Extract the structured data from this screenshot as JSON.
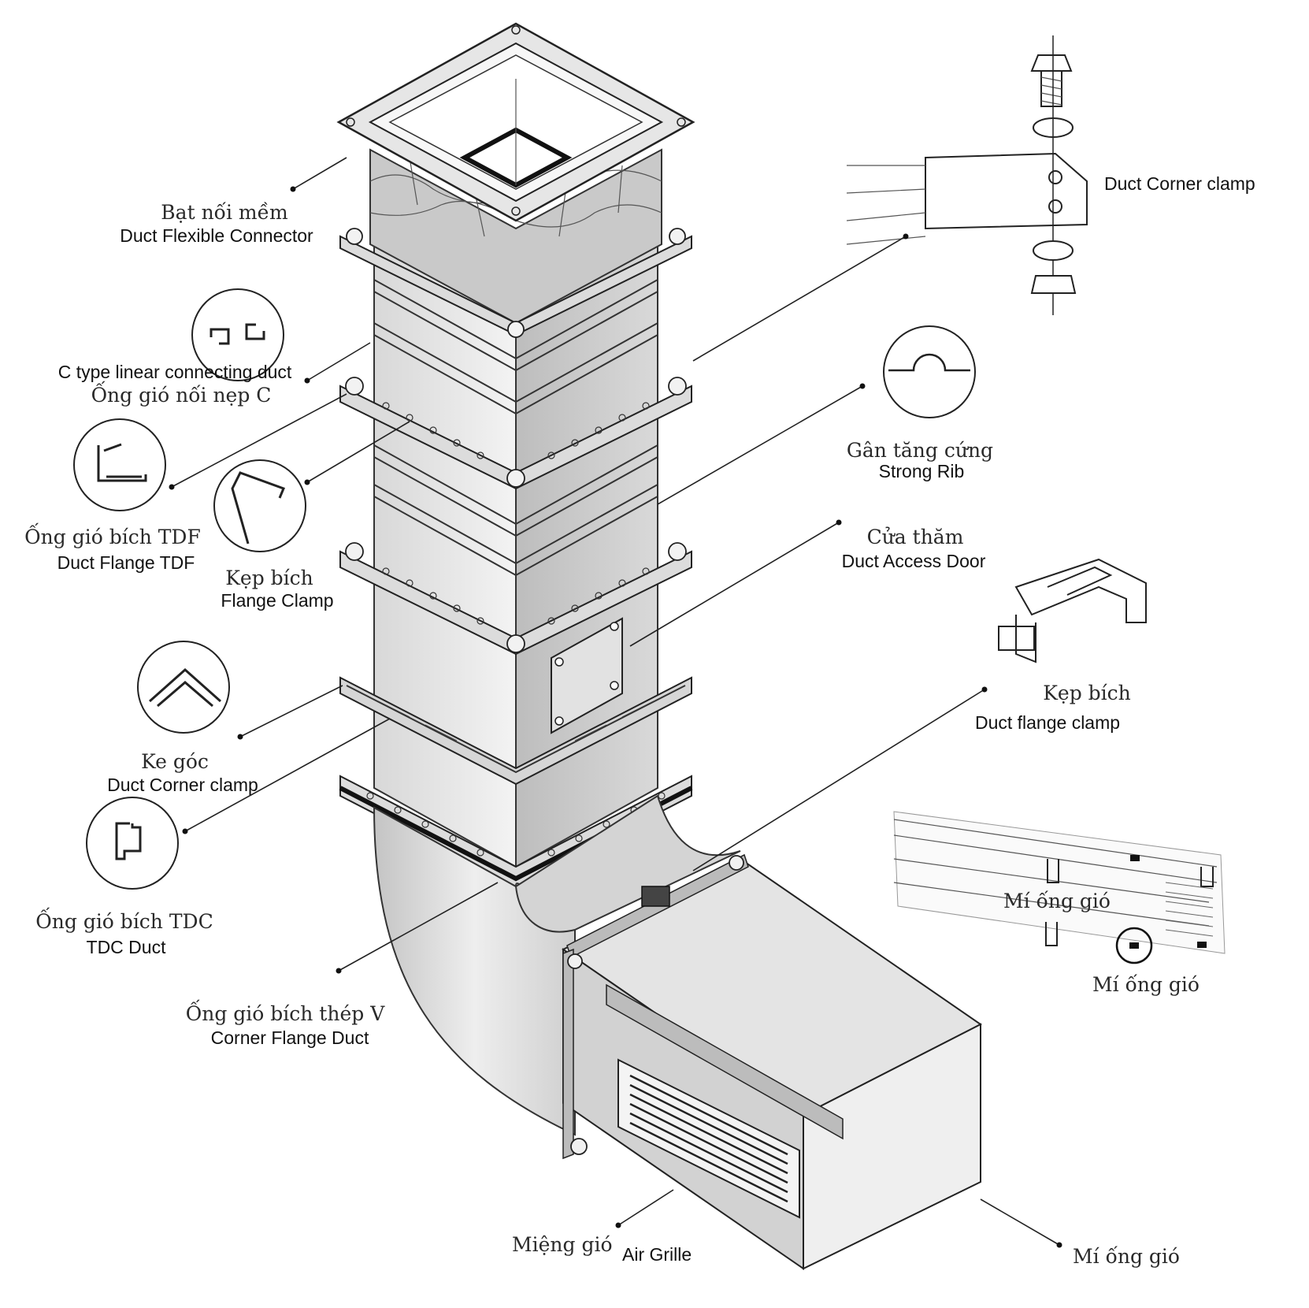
{
  "labels": {
    "flexible_vn": "Bạt nối mềm",
    "flexible_en": "Duct Flexible Connector",
    "ctype_en": "C type linear connecting duct",
    "ctype_vn": "Ống gió nối nẹp C",
    "tdf_vn": "Ống gió bích TDF",
    "tdf_en": "Duct Flange TDF",
    "flange_clamp_vn": "Kẹp bích",
    "flange_clamp_en": "Flange Clamp",
    "corner_left_vn": "Ke góc",
    "corner_left_en": "Duct Corner clamp",
    "tdc_vn": "Ống gió bích TDC",
    "tdc_en": "TDC Duct",
    "vflange_vn": "Ống gió bích thép V",
    "vflange_en": "Corner Flange Duct",
    "grille_vn": "Miệng gió",
    "grille_en": "Air Grille",
    "corner_right_en": "Duct Corner clamp",
    "rib_vn": "Gân tăng cứng",
    "rib_en": "Strong Rib",
    "door_vn": "Cửa thăm",
    "door_en": "Duct Access Door",
    "duct_clamp_vn": "Kẹp bích",
    "duct_clamp_en": "Duct flange clamp",
    "lip_1": "Mí ống gió",
    "lip_2": "Mí ống gió",
    "lip_3": "Mí ống gió"
  }
}
